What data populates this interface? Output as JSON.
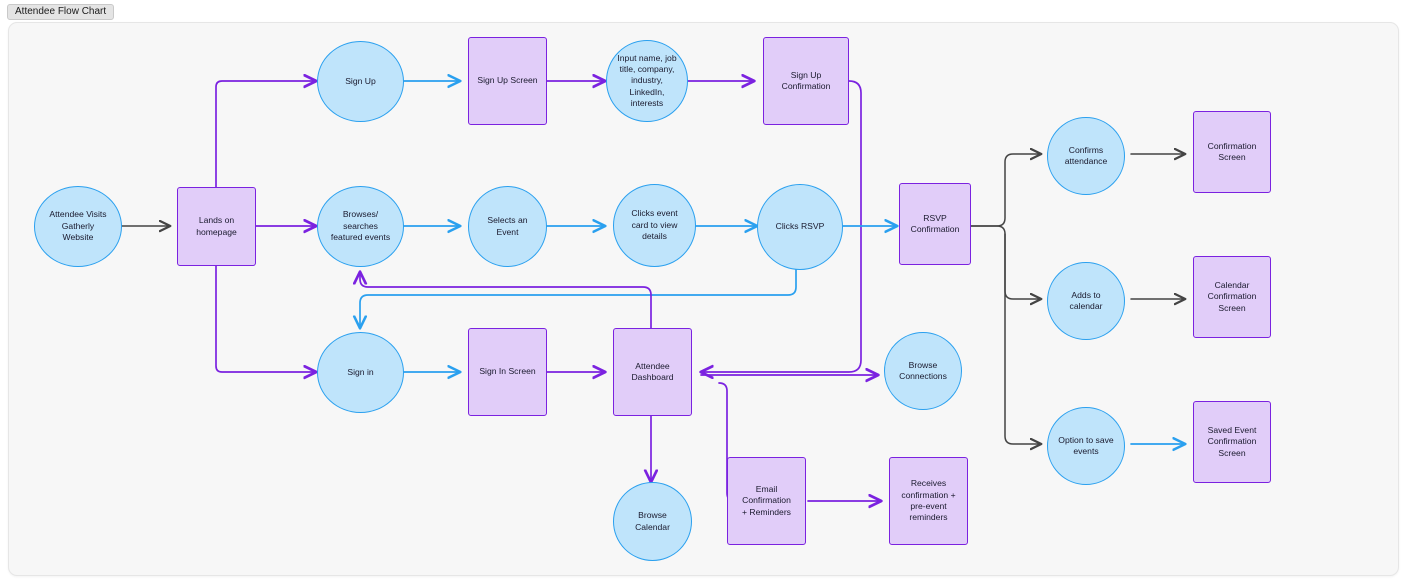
{
  "window": {
    "tab_title": "Attendee Flow Chart"
  },
  "canvas": {
    "background_color": "#f7f7f7",
    "border_color": "#e6e6e6"
  },
  "palette": {
    "circle_fill": "#bfe4fb",
    "circle_stroke": "#2aa0ef",
    "box_fill": "#e1cdf9",
    "box_stroke": "#7b22e0",
    "edge_blue": "#2aa0ef",
    "edge_purple": "#7b22e0",
    "edge_gray": "#444444",
    "text_color": "#1a1a2e"
  },
  "nodes": [
    {
      "id": "attendee-visits",
      "label": "Attendee Visits\nGatherly\nWebsite",
      "shape": "circle"
    },
    {
      "id": "lands-on-homepage",
      "label": "Lands on\nhomepage",
      "shape": "box"
    },
    {
      "id": "sign-up",
      "label": "Sign Up",
      "shape": "circle"
    },
    {
      "id": "sign-up-screen",
      "label": "Sign Up Screen",
      "shape": "box"
    },
    {
      "id": "input-details",
      "label": "Input name, job\ntitle, company,\nindustry,\nLinkedIn,\ninterests",
      "shape": "circle"
    },
    {
      "id": "sign-up-confirmation",
      "label": "Sign Up\nConfirmation",
      "shape": "box"
    },
    {
      "id": "browses-events",
      "label": "Browses/\nsearches\nfeatured events",
      "shape": "circle"
    },
    {
      "id": "selects-an-event",
      "label": "Selects an\nEvent",
      "shape": "circle"
    },
    {
      "id": "clicks-event-card",
      "label": "Clicks event\ncard to view\ndetails",
      "shape": "circle"
    },
    {
      "id": "clicks-rsvp",
      "label": "Clicks RSVP",
      "shape": "circle"
    },
    {
      "id": "rsvp-confirmation",
      "label": "RSVP Confirmation",
      "shape": "box"
    },
    {
      "id": "confirms-attendance",
      "label": "Confirms\nattendance",
      "shape": "circle"
    },
    {
      "id": "confirmation-screen",
      "label": "Confirmation\nScreen",
      "shape": "box"
    },
    {
      "id": "adds-to-calendar",
      "label": "Adds to\ncalendar",
      "shape": "circle"
    },
    {
      "id": "calendar-confirmation-screen",
      "label": "Calendar\nConfirmation\nScreen",
      "shape": "box"
    },
    {
      "id": "option-to-save-events",
      "label": "Option to save\nevents",
      "shape": "circle"
    },
    {
      "id": "saved-event-confirmation-screen",
      "label": "Saved Event\nConfirmation\nScreen",
      "shape": "box"
    },
    {
      "id": "sign-in",
      "label": "Sign in",
      "shape": "circle"
    },
    {
      "id": "sign-in-screen",
      "label": "Sign In Screen",
      "shape": "box"
    },
    {
      "id": "attendee-dashboard",
      "label": "Attendee\nDashboard",
      "shape": "box"
    },
    {
      "id": "browse-connections",
      "label": "Browse\nConnections",
      "shape": "circle"
    },
    {
      "id": "browse-calendar",
      "label": "Browse\nCalendar",
      "shape": "circle"
    },
    {
      "id": "email-confirmation",
      "label": "Email Confirmation\n+ Reminders",
      "shape": "box"
    },
    {
      "id": "receives-confirmation",
      "label": "Receives\nconfirmation +\npre-event\nreminders",
      "shape": "box"
    }
  ],
  "edges": [
    {
      "from": "attendee-visits",
      "to": "lands-on-homepage",
      "color": "gray"
    },
    {
      "from": "lands-on-homepage",
      "to": "sign-up",
      "color": "purple"
    },
    {
      "from": "lands-on-homepage",
      "to": "browses-events",
      "color": "purple"
    },
    {
      "from": "lands-on-homepage",
      "to": "sign-in",
      "color": "purple"
    },
    {
      "from": "sign-up",
      "to": "sign-up-screen",
      "color": "blue"
    },
    {
      "from": "sign-up-screen",
      "to": "input-details",
      "color": "purple"
    },
    {
      "from": "input-details",
      "to": "sign-up-confirmation",
      "color": "purple"
    },
    {
      "from": "sign-up-confirmation",
      "to": "attendee-dashboard",
      "color": "purple"
    },
    {
      "from": "browses-events",
      "to": "selects-an-event",
      "color": "blue"
    },
    {
      "from": "selects-an-event",
      "to": "clicks-event-card",
      "color": "blue"
    },
    {
      "from": "clicks-event-card",
      "to": "clicks-rsvp",
      "color": "blue"
    },
    {
      "from": "clicks-rsvp",
      "to": "rsvp-confirmation",
      "color": "blue"
    },
    {
      "from": "clicks-rsvp",
      "to": "sign-in",
      "color": "blue"
    },
    {
      "from": "rsvp-confirmation",
      "to": "confirms-attendance",
      "color": "gray"
    },
    {
      "from": "rsvp-confirmation",
      "to": "adds-to-calendar",
      "color": "gray"
    },
    {
      "from": "rsvp-confirmation",
      "to": "option-to-save-events",
      "color": "gray"
    },
    {
      "from": "confirms-attendance",
      "to": "confirmation-screen",
      "color": "gray"
    },
    {
      "from": "adds-to-calendar",
      "to": "calendar-confirmation-screen",
      "color": "gray"
    },
    {
      "from": "option-to-save-events",
      "to": "saved-event-confirmation-screen",
      "color": "blue"
    },
    {
      "from": "sign-in",
      "to": "sign-in-screen",
      "color": "blue"
    },
    {
      "from": "sign-in-screen",
      "to": "attendee-dashboard",
      "color": "purple"
    },
    {
      "from": "attendee-dashboard",
      "to": "browses-events",
      "color": "purple"
    },
    {
      "from": "attendee-dashboard",
      "to": "browse-connections",
      "color": "purple"
    },
    {
      "from": "attendee-dashboard",
      "to": "browse-calendar",
      "color": "purple"
    },
    {
      "from": "attendee-dashboard",
      "to": "email-confirmation",
      "color": "purple"
    },
    {
      "from": "email-confirmation",
      "to": "receives-confirmation",
      "color": "purple"
    }
  ]
}
